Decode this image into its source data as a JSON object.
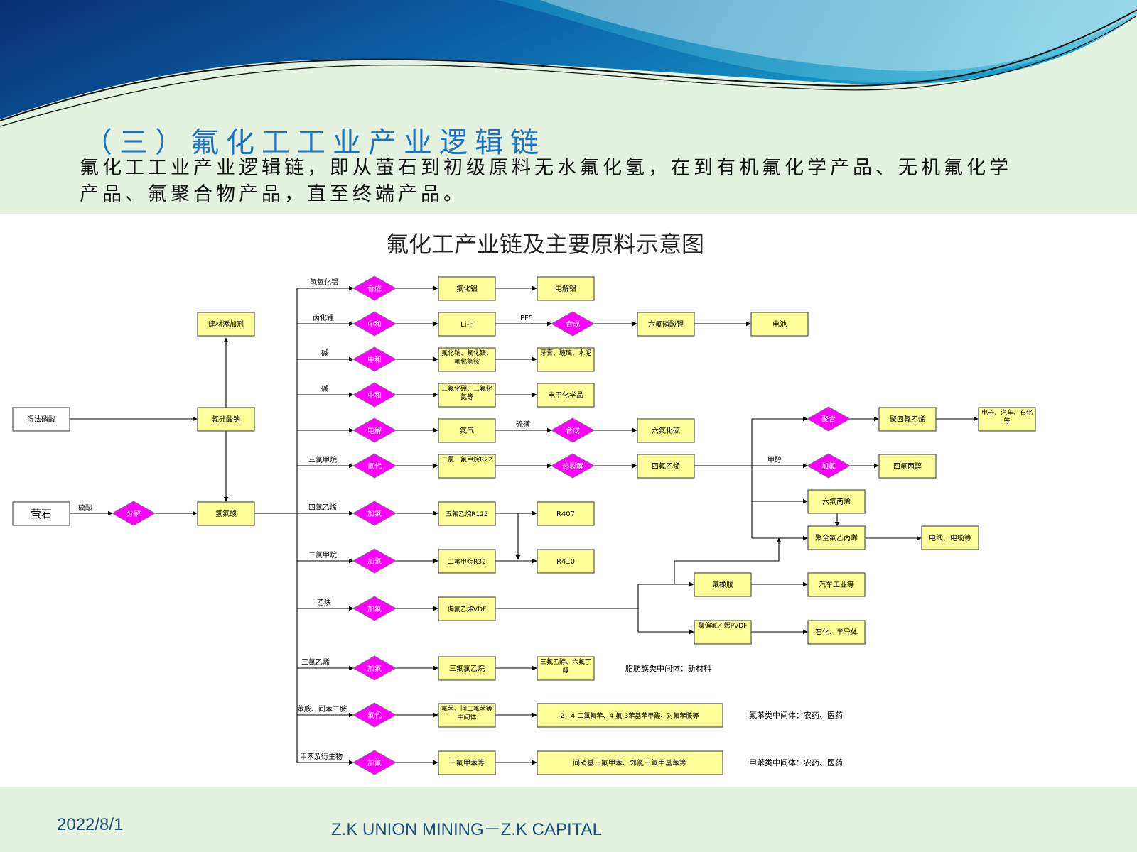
{
  "colors": {
    "title": "#1e72c0",
    "box_fill": "#ffff99",
    "diamond_fill": "#ff00ff",
    "footer_text": "#1f4e79",
    "background": "#e4f2e0"
  },
  "slide": {
    "title": "（三）氟化工工业产业逻辑链",
    "description": "氟化工工业产业逻辑链，即从萤石到初级原料无水氟化氢，在到有机氟化学产品、无机氟化学产品、氟聚合物产品，直至终端产品。"
  },
  "diagram": {
    "title": "氟化工产业链及主要原料示意图",
    "boxes": {
      "yingshi": "萤石",
      "shifa_linsuan": "湿法磷酸",
      "fuguisuanna": "氟硅酸钠",
      "jiancai": "建材添加剂",
      "qingfusuan": "氢氟酸",
      "fuhualv": "氟化铝",
      "dianjielv": "电解铝",
      "lif": "Li-F",
      "liufulinsuanli": "六氟磷酸锂",
      "dianchi": "电池",
      "fuhuana": "氟化钠、氟化镁、氟化氢铵",
      "yagao": "牙膏、玻璃、水泥",
      "sanfuhuapeng": "三氟化硼、三氟化氮等",
      "dianzihuaxue": "电子化学品",
      "fuqi": "氟气",
      "liufuhualiu": "六氟化硫",
      "r22": "二氯一氟甲烷R22",
      "sifuyixi": "四氟乙烯",
      "r125": "五氟乙烷R125",
      "r407": "R407",
      "r32": "二氟甲烷R32",
      "r410": "R410",
      "vdf": "偏氟乙烯VDF",
      "fuxiangjiao": "氟橡胶",
      "qiche": "汽车工业等",
      "pvdf": "聚偏氟乙烯PVDF",
      "shihua_bandaoti": "石化、半导体",
      "sanfulvyiwan": "三氟氯乙烷",
      "sanfuyichun": "三氟乙醇、六氟丁醇",
      "fuben": "氟苯、间二氟苯等中间体",
      "fubenjia": "2，4-二氯氟苯、4-氟-3苯基苯甲醛、对氟苯胺等",
      "sanfujiaben": "三氟甲苯等",
      "xiaojijia": "间硝基三氟甲苯、邻氯三氟甲基苯等",
      "jusifuyixi": "聚四氟乙烯",
      "dianzi_qiche": "电子、汽车、石化等",
      "sifubingchun": "四氟丙醇",
      "liufubingxi": "六氟丙烯",
      "juquanfu": "聚全氟乙丙烯",
      "dianxian": "电线、电缆等"
    },
    "diamonds": {
      "fenjie": "分解",
      "hecheng": "合成",
      "zhonghe": "中和",
      "dianjie": "电解",
      "fudai": "氟代",
      "relie": "热裂解",
      "jiafu": "加氟",
      "juhe": "聚合"
    },
    "labels": {
      "liusuan": "硫酸",
      "qingyanghualv": "氢氧化铝",
      "luhuali": "卤化锂",
      "jian1": "碱",
      "jian2": "碱",
      "sanlvjiawan": "三氯甲烷",
      "silvyixi": "四氯乙烯",
      "erlvjiawan": "二氯甲烷",
      "yique": "乙炔",
      "sanlvyixi": "三氯乙烯",
      "benan": "苯胺、间苯二胺",
      "jiaben": "甲苯及衍生物",
      "pf5": "PF5",
      "liuhuang": "硫磺",
      "jiachun": "甲醇"
    },
    "notes": {
      "zhifang": "脂肪族类中间体：新材料",
      "fubenlei": "氟苯类中间体：农药、医药",
      "jiabenlei": "甲苯类中间体：农药、医药"
    }
  },
  "footer": {
    "date": "2022/8/1",
    "company": "Z.K UNION MINING－Z.K CAPITAL"
  }
}
